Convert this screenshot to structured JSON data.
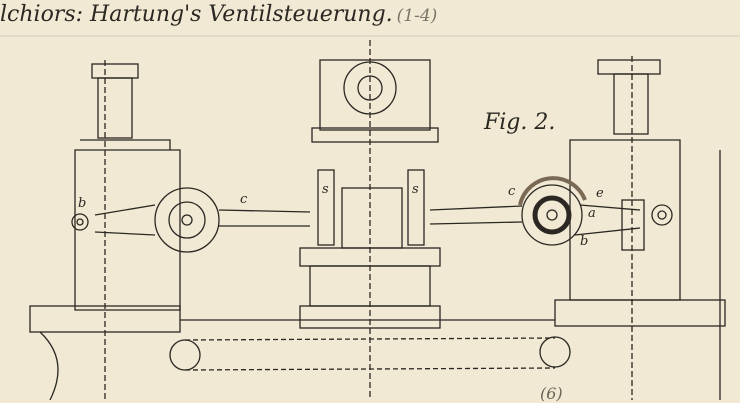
{
  "title": "lchiors: Hartung's Ventilsteuerung.",
  "title_note": "(1-4)",
  "figure_label": "Fig. 2.",
  "part_labels": {
    "b_left": "b",
    "c_left": "c",
    "s_left": "s",
    "s_right": "s",
    "c_right": "c",
    "e": "e",
    "a": "a",
    "b_right": "b"
  },
  "bottom_note": "(6)",
  "colors": {
    "paper": "#f1e9d3",
    "ink": "#2b2722"
  }
}
